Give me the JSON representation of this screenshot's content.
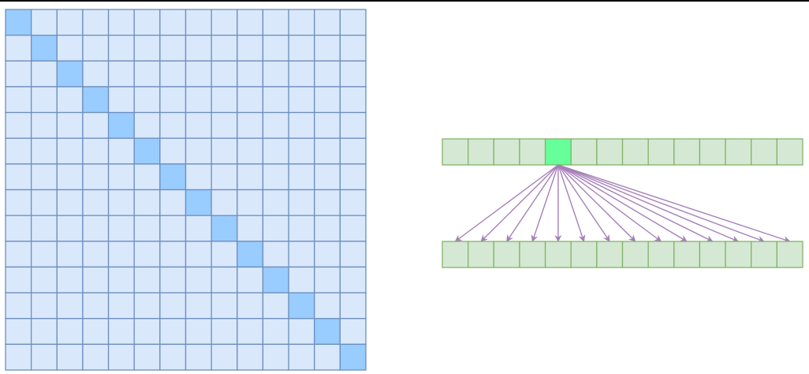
{
  "matrix": {
    "size": 14,
    "cell_color": "#dae8fc",
    "highlight_color": "#99ccff",
    "border_color": "#6c8ebf",
    "highlighted": "diagonal"
  },
  "broadcast": {
    "length": 14,
    "source_index": 4,
    "cell_color": "#d5e8d4",
    "highlight_color": "#66ff99",
    "border_color": "#82b366",
    "arrow_color": "#a680b8"
  }
}
